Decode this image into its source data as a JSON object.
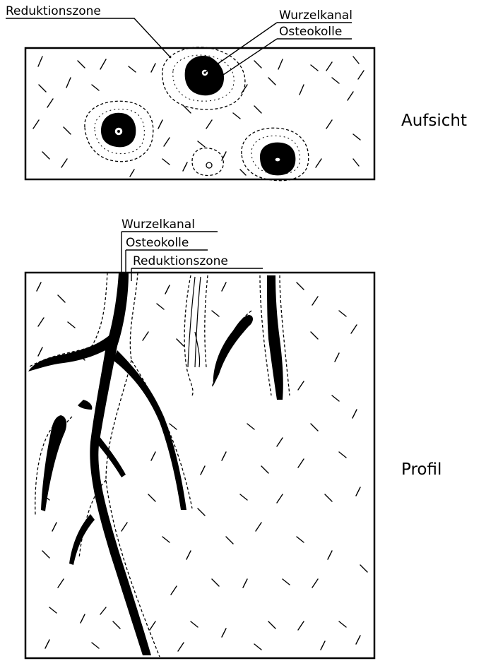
{
  "top_panel": {
    "labels": {
      "reduction_zone": "Reduktionszone",
      "root_canal": "Wurzelkanal",
      "osteokolle": "Osteokolle"
    },
    "view_label": "Aufsicht"
  },
  "bottom_panel": {
    "labels": {
      "root_canal": "Wurzelkanal",
      "osteokolle": "Osteokolle",
      "reduction_zone": "Reduktionszone"
    },
    "view_label": "Profil"
  },
  "colors": {
    "ink": "#000000",
    "paper": "#ffffff"
  }
}
